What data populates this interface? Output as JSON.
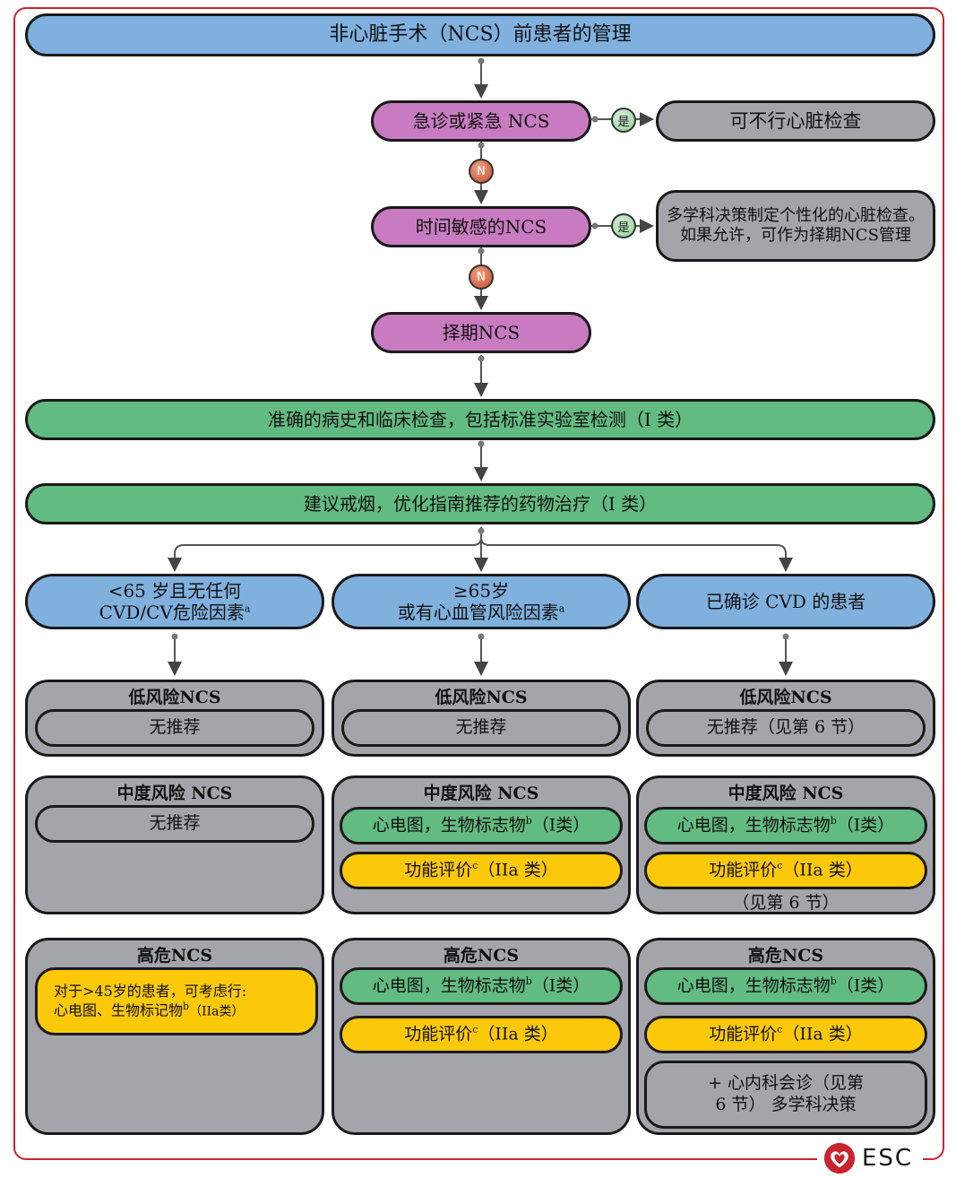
{
  "title": "非心脏手术（NCS）前患者的管理",
  "flow": {
    "emergency": "急诊或紧急 NCS",
    "emergency_yes": "是",
    "emergency_result": "可不行心脏检查",
    "no1": "N",
    "time_sensitive": "时间敏感的NCS",
    "time_yes": "是",
    "time_result_line1": "多学科决策制定个性化的心脏检查。",
    "time_result_line2": "如果允许，可作为择期NCS管理",
    "no2": "N",
    "elective": "择期NCS"
  },
  "steps": {
    "history": "准确的病史和临床检查，包括标准实验室检测（I 类）",
    "smoking": "建议戒烟，优化指南推荐的药物治疗（I 类）"
  },
  "groups": [
    {
      "header_line1": "<65 岁且无任何",
      "header_line2": "CVD/CV危险因素",
      "header_sup": "a",
      "low_title": "低风险NCS",
      "low_item": "无推荐",
      "mid_title": "中度风险 NCS",
      "mid_item": "无推荐",
      "high_title": "高危NCS",
      "high_item_line1": "对于>45岁的患者，可考虑行:",
      "high_item_line2": "心电图、生物标记物",
      "high_item_sup": "b",
      "high_item_tail": "（IIa类）"
    },
    {
      "header_line1": "≥65岁",
      "header_line2": "或有心血管风险因素",
      "header_sup": "a",
      "low_title": "低风险NCS",
      "low_item": "无推荐",
      "mid_title": "中度风险 NCS",
      "mid_ecg": "心电图，生物标志物",
      "mid_ecg_sup": "b",
      "mid_ecg_tail": "（I类）",
      "mid_func": "功能评价",
      "mid_func_sup": "c",
      "mid_func_tail": "（IIa 类）",
      "high_title": "高危NCS",
      "high_ecg": "心电图，生物标志物",
      "high_ecg_sup": "b",
      "high_ecg_tail": "（I类）",
      "high_func": "功能评价",
      "high_func_sup": "c",
      "high_func_tail": "（IIa 类）"
    },
    {
      "header_line1": "已确诊 CVD 的患者",
      "low_title": "低风险NCS",
      "low_item": "无推荐（见第 6 节）",
      "mid_title": "中度风险 NCS",
      "mid_ecg": "心电图，生物标志物",
      "mid_ecg_sup": "b",
      "mid_ecg_tail": "（I类）",
      "mid_func": "功能评价",
      "mid_func_sup": "c",
      "mid_func_tail": "（IIa 类）",
      "mid_note": "（见第 6 节）",
      "high_title": "高危NCS",
      "high_ecg": "心电图，生物标志物",
      "high_ecg_sup": "b",
      "high_ecg_tail": "（I类）",
      "high_func": "功能评价",
      "high_func_sup": "c",
      "high_func_tail": "（IIa 类）",
      "high_consult_line1": "+ 心内科会诊（见第",
      "high_consult_line2": "6 节） 多学科决策"
    }
  ],
  "logo": "ESC",
  "colors": {
    "blue": "#7fb0de",
    "purple": "#c87bc0",
    "green": "#62bb80",
    "grey": "#a3a5ab",
    "yellow": "#fcc80a",
    "frame_red": "#c8242f"
  }
}
